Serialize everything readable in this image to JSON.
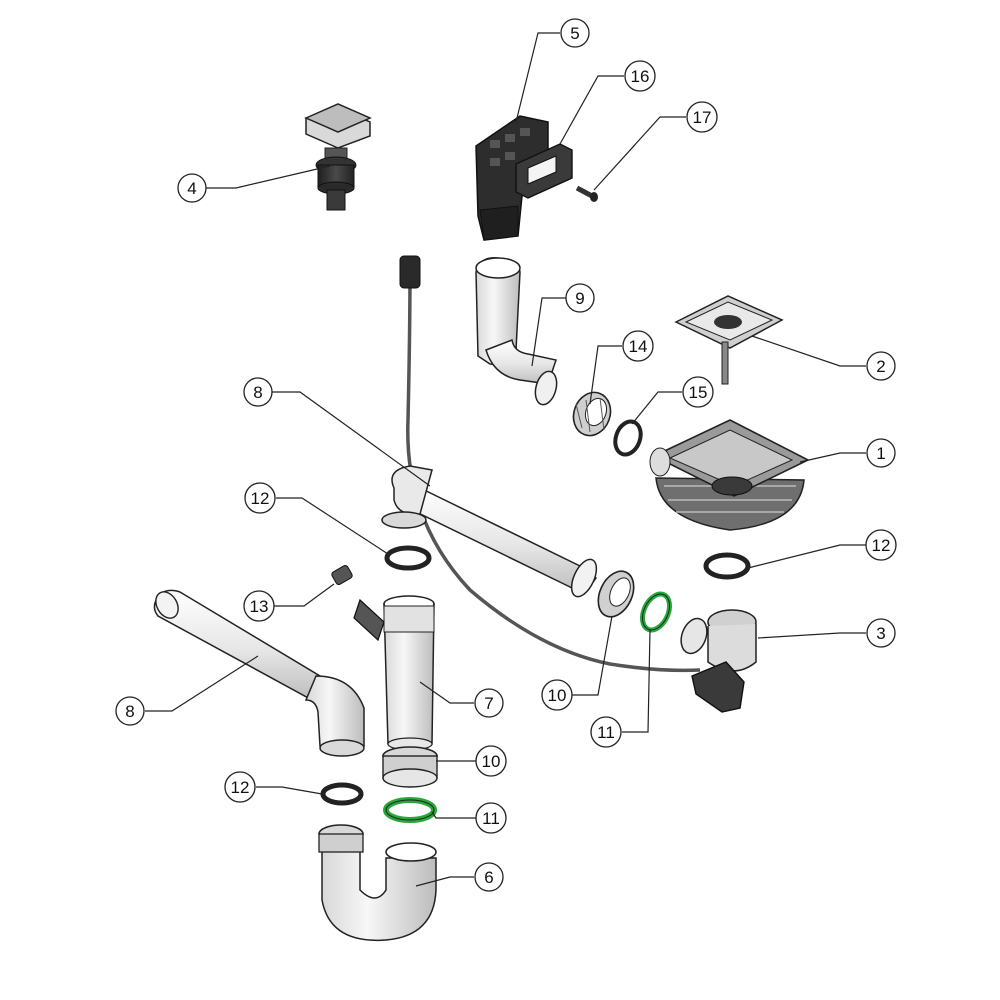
{
  "callouts": {
    "c1": "1",
    "c2": "2",
    "c3": "3",
    "c4": "4",
    "c5": "5",
    "c6": "6",
    "c7": "7",
    "c8a": "8",
    "c8b": "8",
    "c9": "9",
    "c10a": "10",
    "c10b": "10",
    "c11a": "11",
    "c11b": "11",
    "c12a": "12",
    "c12b": "12",
    "c12c": "12",
    "c13": "13",
    "c14": "14",
    "c15": "15",
    "c16": "16",
    "c17": "17"
  },
  "colors": {
    "outline": "#222222",
    "pipe": "#ececec",
    "dark": "#3a3a3a",
    "seal_green": "#27a83a",
    "metal": "#9a9a9a"
  }
}
